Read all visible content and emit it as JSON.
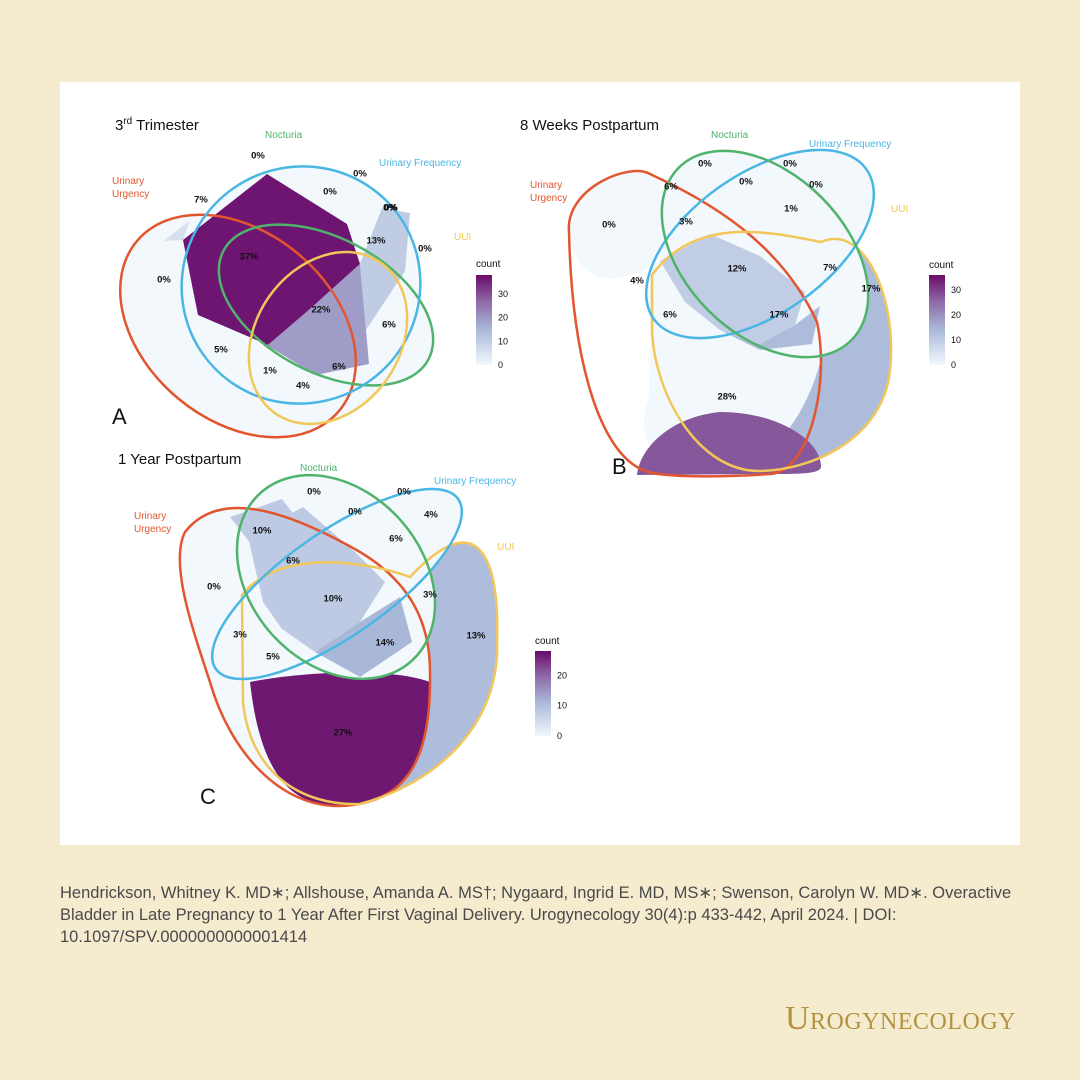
{
  "colors": {
    "background": "#f5ebcf",
    "urinary_urgency": "#e2552f",
    "nocturia": "#4fb36c",
    "urinary_frequency": "#49b6e3",
    "uui": "#f2c75a",
    "count_low": "#f2f8fc",
    "count_mid": "#a9b8d9",
    "count_high": "#6a0c6a"
  },
  "set_labels": {
    "urgency_line1": "Urinary",
    "urgency_line2": "Urgency",
    "nocturia": "Nocturia",
    "frequency": "Urinary Frequency",
    "uui": "UUI"
  },
  "panels": [
    {
      "letter": "A",
      "title": "3",
      "title_sup": "rd",
      "title_rest": " Trimester",
      "legend": {
        "title": "count",
        "max": 38,
        "ticks": [
          "30",
          "20",
          "10",
          "0"
        ]
      },
      "regions": [
        {
          "label": "0%",
          "value": 0
        },
        {
          "label": "0%",
          "value": 0
        },
        {
          "label": "0%",
          "value": 0
        },
        {
          "label": "0%",
          "value": 0
        },
        {
          "label": "7%",
          "value": 7
        },
        {
          "label": "0%",
          "value": 0
        },
        {
          "label": "0%",
          "value": 0
        },
        {
          "label": "37%",
          "value": 37
        },
        {
          "label": "13%",
          "value": 13
        },
        {
          "label": "0%",
          "value": 0
        },
        {
          "label": "22%",
          "value": 22
        },
        {
          "label": "6%",
          "value": 6
        },
        {
          "label": "5%",
          "value": 5
        },
        {
          "label": "1%",
          "value": 1
        },
        {
          "label": "6%",
          "value": 6
        },
        {
          "label": "4%",
          "value": 4
        }
      ]
    },
    {
      "letter": "B",
      "title": "8 Weeks Postpartum",
      "legend": {
        "title": "count",
        "max": 36,
        "ticks": [
          "30",
          "20",
          "10",
          "0"
        ]
      },
      "regions": [
        {
          "label": "0%",
          "value": 0
        },
        {
          "label": "0%",
          "value": 0
        },
        {
          "label": "0%",
          "value": 0
        },
        {
          "label": "0%",
          "value": 0
        },
        {
          "label": "0%",
          "value": 0
        },
        {
          "label": "6%",
          "value": 6
        },
        {
          "label": "3%",
          "value": 3
        },
        {
          "label": "1%",
          "value": 1
        },
        {
          "label": "12%",
          "value": 12
        },
        {
          "label": "4%",
          "value": 4
        },
        {
          "label": "7%",
          "value": 7
        },
        {
          "label": "17%",
          "value": 17
        },
        {
          "label": "6%",
          "value": 6
        },
        {
          "label": "17%",
          "value": 17
        },
        {
          "label": "28%",
          "value": 28
        }
      ]
    },
    {
      "letter": "C",
      "title": "1 Year Postpartum",
      "legend": {
        "title": "count",
        "max": 28,
        "ticks": [
          "20",
          "10",
          "0"
        ]
      },
      "regions": [
        {
          "label": "0%",
          "value": 0
        },
        {
          "label": "0%",
          "value": 0
        },
        {
          "label": "0%",
          "value": 0
        },
        {
          "label": "4%",
          "value": 4
        },
        {
          "label": "10%",
          "value": 10
        },
        {
          "label": "6%",
          "value": 6
        },
        {
          "label": "6%",
          "value": 6
        },
        {
          "label": "0%",
          "value": 0
        },
        {
          "label": "10%",
          "value": 10
        },
        {
          "label": "3%",
          "value": 3
        },
        {
          "label": "3%",
          "value": 3
        },
        {
          "label": "13%",
          "value": 13
        },
        {
          "label": "5%",
          "value": 5
        },
        {
          "label": "14%",
          "value": 14
        },
        {
          "label": "27%",
          "value": 27
        }
      ]
    }
  ],
  "citation": "Hendrickson, Whitney K. MD∗; Allshouse, Amanda A. MS†; Nygaard, Ingrid E. MD, MS∗; Swenson, Carolyn W. MD∗. Overactive Bladder in Late Pregnancy to 1 Year After First Vaginal Delivery. Urogynecology 30(4):p 433-442, April 2024. | DOI: 10.1097/SPV.0000000000001414",
  "journal_name": "Urogynecology"
}
